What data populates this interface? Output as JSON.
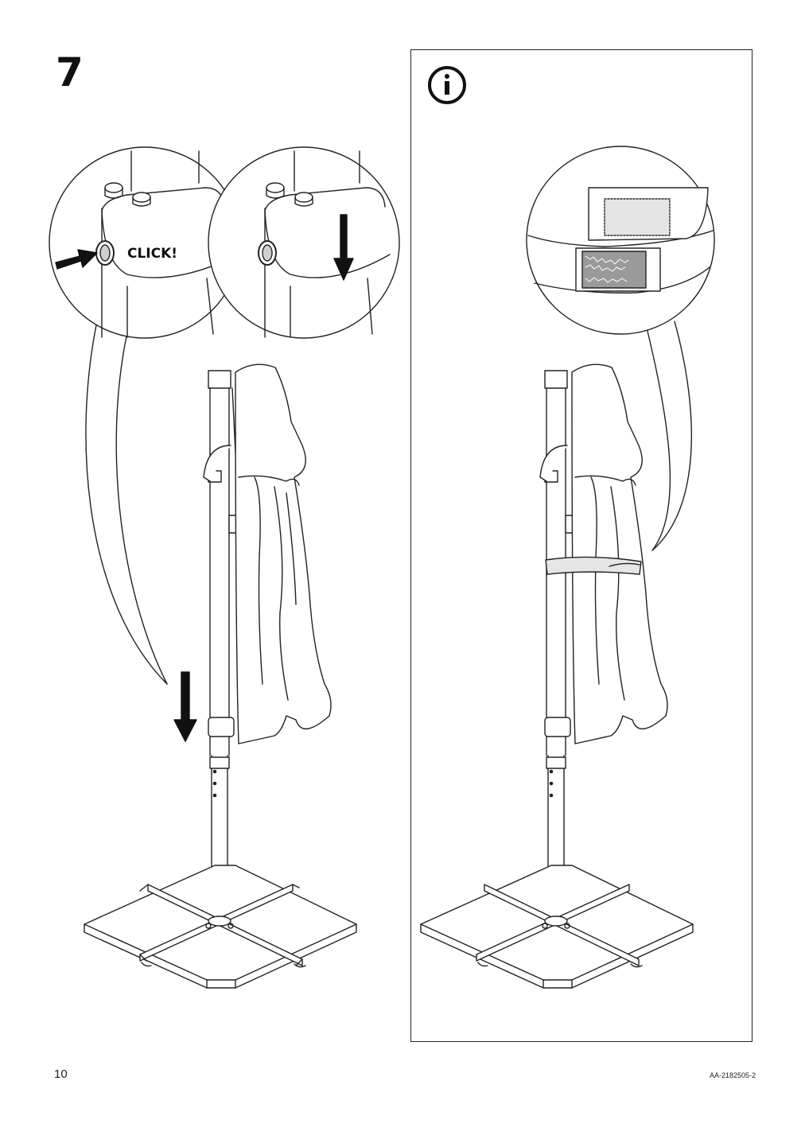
{
  "step": {
    "number": "7"
  },
  "callout": {
    "click_text": "CLICK!"
  },
  "info": {
    "icon": "info-circle-icon"
  },
  "footer": {
    "page_number": "10",
    "doc_code": "AA-2182505-2"
  },
  "colors": {
    "line": "#222222",
    "fill": "#ffffff",
    "arrow": "#111111"
  }
}
